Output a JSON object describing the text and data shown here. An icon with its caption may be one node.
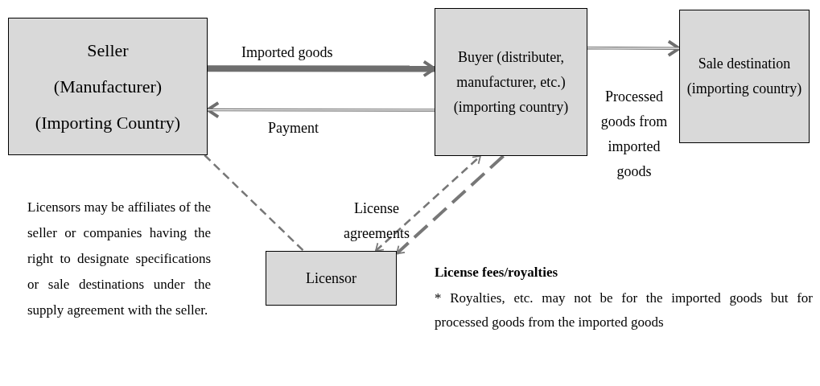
{
  "diagram": {
    "nodes": [
      {
        "text": [
          "Seller",
          "(Manufacturer)",
          "(Importing Country)"
        ]
      },
      {
        "text": [
          "Buyer (distributer, manufacturer, etc.) (importing country)"
        ]
      },
      {
        "text": [
          "Sale destination (importing country)"
        ]
      },
      {
        "text": [
          "Licensor"
        ]
      }
    ],
    "edges": [
      {
        "from": 0,
        "to": 1,
        "arrow": "to",
        "label": "Imported goods",
        "style": "thick"
      },
      {
        "from": 1,
        "to": 0,
        "arrow": "to",
        "label": "Payment"
      },
      {
        "from": 1,
        "to": 2,
        "arrow": "to",
        "label": "Processed goods from imported goods"
      },
      {
        "from": 0,
        "to": 3,
        "arrow": "none",
        "style": "dashed"
      },
      {
        "from": 3,
        "to": 1,
        "arrow": "both",
        "style": "dashed",
        "label": "License agreements"
      },
      {
        "from": 1,
        "to": 3,
        "arrow": "to",
        "style": "dashed",
        "label": "License fees/royalties"
      }
    ],
    "labels": [
      "Licensors may be affiliates of the seller or companies having the right to designate specifications or sale destinations under the supply agreement with the seller.",
      "* Royalties, etc. may not be for the imported goods but for processed goods from the imported goods"
    ]
  }
}
